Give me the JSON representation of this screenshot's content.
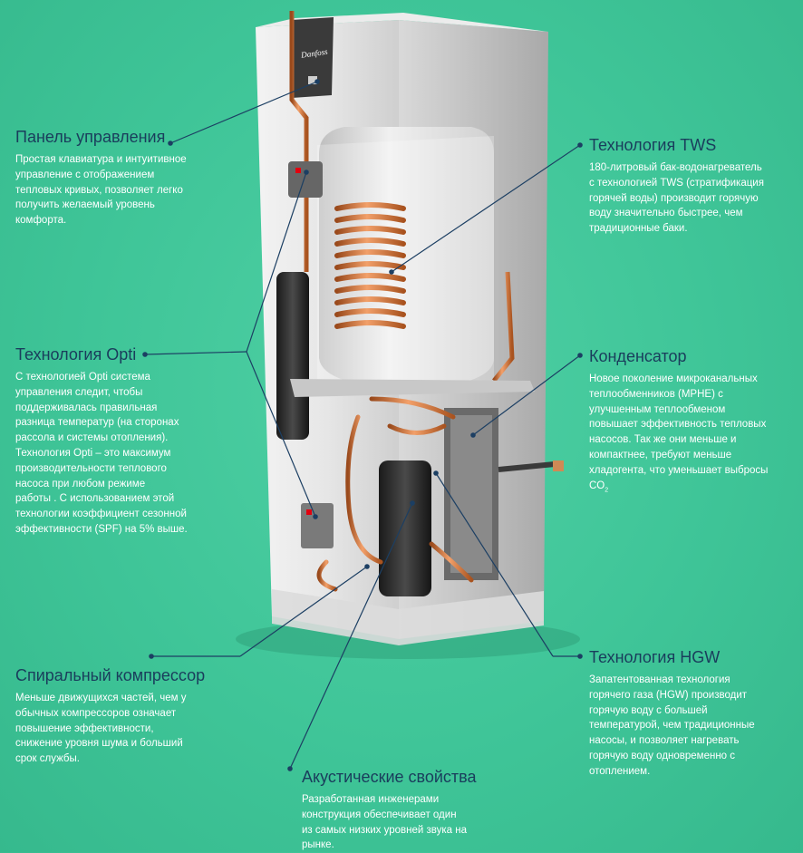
{
  "brand": {
    "logo_text": "Danfoss",
    "accent": "#e2000f"
  },
  "colors": {
    "background": "#3fc598",
    "title": "#1a3d5c",
    "text": "#ffffff",
    "leader": "#1c3f63"
  },
  "callouts": {
    "control_panel": {
      "title": "Панель управления",
      "lines": [
        "Простая клавиатура и интуитивное",
        "управление с отображением",
        "тепловых кривых, позволяет легко",
        "получить желаемый уровень",
        "комфорта."
      ]
    },
    "opti": {
      "title": "Технология Opti",
      "lines": [
        "С технологией Opti система",
        "управления следит, чтобы",
        "поддерживалась правильная",
        "разница температур (на сторонах",
        "рассола и системы отопления).",
        "Технология Opti – это максимум",
        "производительности теплового",
        "насоса при любом режиме",
        "работы . С использованием этой",
        "технологии коэффициент сезонной",
        "эффективности (SPF) на 5% выше."
      ]
    },
    "scroll_compressor": {
      "title": "Спиральный компрессор",
      "lines": [
        "Меньше движущихся частей, чем у",
        "обычных компрессоров означает",
        "повышение эффективности,",
        "снижение уровня шума и больший",
        "срок службы."
      ]
    },
    "acoustic": {
      "title": "Акустические свойства",
      "lines": [
        "Разработанная инженерами",
        "конструкция обеспечивает один",
        "из самых низких уровней звука на",
        "рынке."
      ]
    },
    "tws": {
      "title": "Технология TWS",
      "lines": [
        "180-литровый бак-водонагреватель",
        "с технологией TWS (стратификация",
        "горячей воды) производит горячую",
        "воду значительно быстрее, чем",
        "традиционные баки."
      ]
    },
    "condenser": {
      "title": "Конденсатор",
      "lines": [
        "Новое поколение микроканальных",
        "теплообменников (MPHE) с",
        "улучшенным теплообменом",
        "повышает эффективность тепловых",
        "насосов. Так же они меньше и",
        "компактнее, требуют меньше",
        "хладогента, что уменьшает выбросы"
      ],
      "co2_base": "CO",
      "co2_sub": "2"
    },
    "hgw": {
      "title": "Технология HGW",
      "lines": [
        "Запатентованная технология",
        "горячего газа (HGW) производит",
        "горячую воду с большей",
        "температурой, чем традиционные",
        "насосы, и позволяет нагревать",
        "горячую воду одновременно с",
        "отоплением."
      ]
    }
  }
}
